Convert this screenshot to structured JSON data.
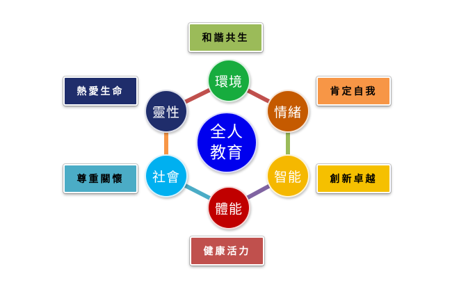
{
  "center": {
    "line1": "全人",
    "line2": "教育",
    "color": "#0000ee"
  },
  "nodes": [
    {
      "label": "環境",
      "color": "#17ac3e"
    },
    {
      "label": "情緒",
      "color": "#c55a00"
    },
    {
      "label": "智能",
      "color": "#f5b800"
    },
    {
      "label": "體能",
      "color": "#c00000"
    },
    {
      "label": "社會",
      "color": "#00b0f0"
    },
    {
      "label": "靈性",
      "color": "#1f2d6b"
    }
  ],
  "arcs": [
    {
      "color": "#c0504d"
    },
    {
      "color": "#9bbb59"
    },
    {
      "color": "#8064a2"
    },
    {
      "color": "#4bacc6"
    },
    {
      "color": "#f79646"
    },
    {
      "color": "#c0504d"
    }
  ],
  "boxes": [
    {
      "label": "和諧共生",
      "bg": "#9bbb59",
      "fg": "#000000"
    },
    {
      "label": "肯定自我",
      "bg": "#f79646",
      "fg": "#000000"
    },
    {
      "label": "創新卓越",
      "bg": "#f5c000",
      "fg": "#000000"
    },
    {
      "label": "健康活力",
      "bg": "#c0504d",
      "fg": "#ffffff"
    },
    {
      "label": "尊重關懷",
      "bg": "#4bacc6",
      "fg": "#000000"
    },
    {
      "label": "熱愛生命",
      "bg": "#1f2d6b",
      "fg": "#ffffff"
    }
  ]
}
